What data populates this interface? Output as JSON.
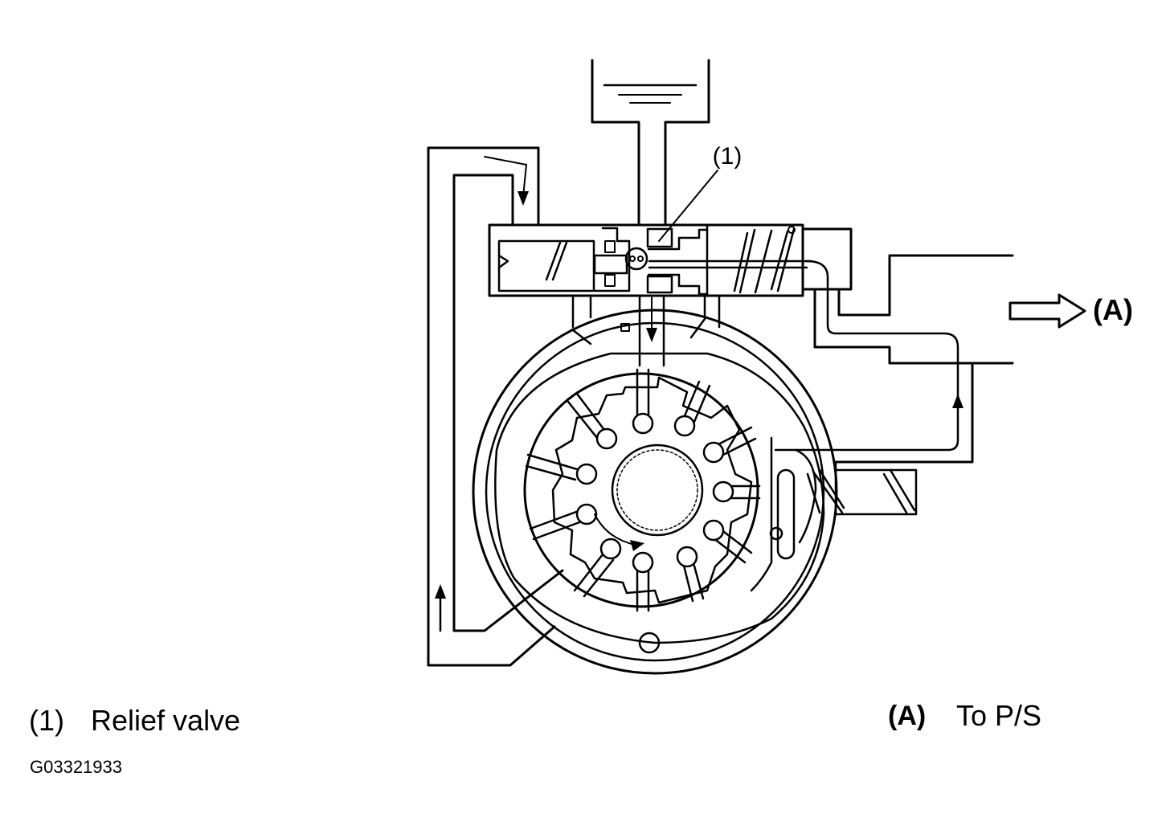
{
  "diagram": {
    "callout_1": "(1)",
    "outlet_label": "(A)"
  },
  "legend": {
    "item1_num": "(1)",
    "item1_text": "Relief valve",
    "itemA_num": "(A)",
    "itemA_text": "To P/S"
  },
  "figure_code": "G03321933"
}
